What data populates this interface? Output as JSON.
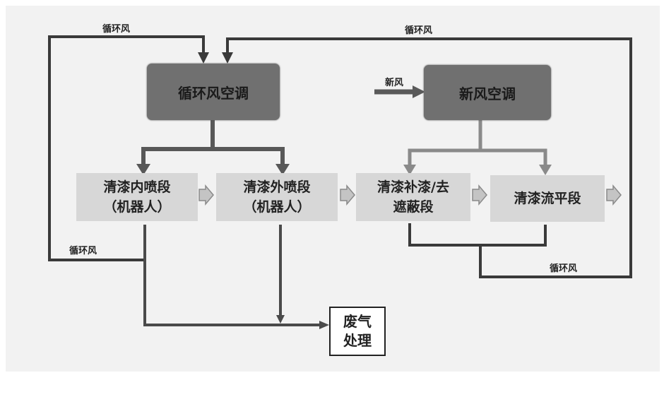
{
  "diagram": {
    "nodes": {
      "recirc_ac": "循环风空调",
      "fresh_ac": "新风空调",
      "inner_spray": [
        "清漆内喷段",
        "（机器人）"
      ],
      "outer_spray": [
        "清漆外喷段",
        "（机器人）"
      ],
      "touchup": [
        "清漆补漆/去",
        "遮蔽段"
      ],
      "flash_off": "清漆流平段",
      "waste_gas": [
        "废气",
        "处理"
      ]
    },
    "labels": {
      "recirc_top_left": "循环风",
      "recirc_top_right": "循环风",
      "recirc_left_return": "循环风",
      "recirc_bottom_right": "循环风",
      "fresh_air_in": "新风"
    },
    "colors": {
      "ac_fill": "#707070",
      "stage_fill": "#d7d7d7",
      "line": "#3a3a3a",
      "thick_line": "#585858",
      "chevron": "#bdbdbd"
    }
  }
}
